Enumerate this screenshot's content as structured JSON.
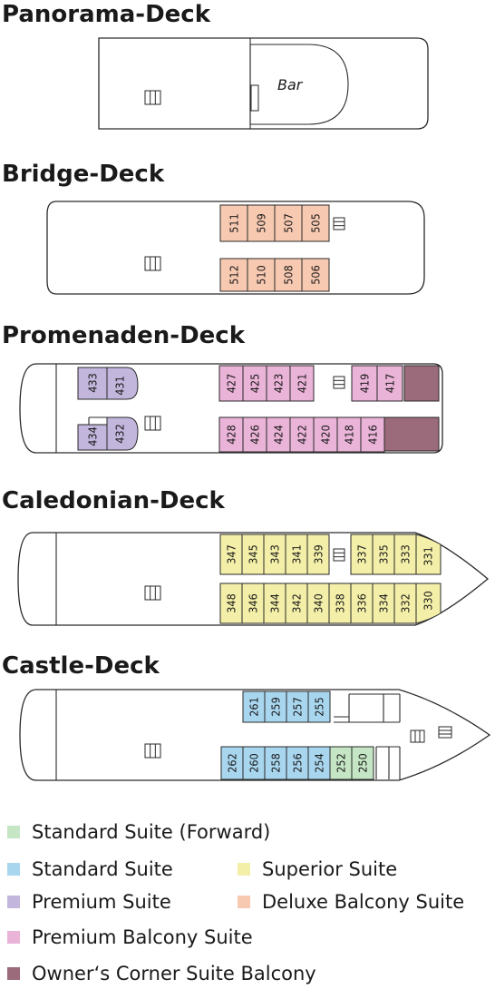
{
  "colors": {
    "standard_forward": "#c5e6c5",
    "standard": "#a9d6ef",
    "superior": "#f4efa8",
    "premium": "#c2b6dc",
    "deluxe_balcony": "#f8c9b1",
    "premium_balcony": "#eab3d8",
    "owners_corner": "#9b6b7b"
  },
  "decks": [
    {
      "id": "panorama",
      "title": "Panorama-Deck",
      "label": "Bar",
      "cabins": []
    },
    {
      "id": "bridge",
      "title": "Bridge-Deck",
      "cabins": [
        {
          "num": "511",
          "type": "deluxe_balcony"
        },
        {
          "num": "509",
          "type": "deluxe_balcony"
        },
        {
          "num": "507",
          "type": "deluxe_balcony"
        },
        {
          "num": "505",
          "type": "deluxe_balcony"
        },
        {
          "num": "512",
          "type": "deluxe_balcony"
        },
        {
          "num": "510",
          "type": "deluxe_balcony"
        },
        {
          "num": "508",
          "type": "deluxe_balcony"
        },
        {
          "num": "506",
          "type": "deluxe_balcony"
        }
      ]
    },
    {
      "id": "promenaden",
      "title": "Promenaden-Deck",
      "cabins": [
        {
          "num": "433",
          "type": "premium"
        },
        {
          "num": "431",
          "type": "premium"
        },
        {
          "num": "434",
          "type": "premium"
        },
        {
          "num": "432",
          "type": "premium"
        },
        {
          "num": "427",
          "type": "premium_balcony"
        },
        {
          "num": "425",
          "type": "premium_balcony"
        },
        {
          "num": "423",
          "type": "premium_balcony"
        },
        {
          "num": "421",
          "type": "premium_balcony"
        },
        {
          "num": "419",
          "type": "premium_balcony"
        },
        {
          "num": "417",
          "type": "premium_balcony"
        },
        {
          "num": "428",
          "type": "premium_balcony"
        },
        {
          "num": "426",
          "type": "premium_balcony"
        },
        {
          "num": "424",
          "type": "premium_balcony"
        },
        {
          "num": "422",
          "type": "premium_balcony"
        },
        {
          "num": "420",
          "type": "premium_balcony"
        },
        {
          "num": "418",
          "type": "premium_balcony"
        },
        {
          "num": "416",
          "type": "premium_balcony"
        }
      ]
    },
    {
      "id": "caledonian",
      "title": "Caledonian-Deck",
      "cabins": [
        {
          "num": "347",
          "type": "superior"
        },
        {
          "num": "345",
          "type": "superior"
        },
        {
          "num": "343",
          "type": "superior"
        },
        {
          "num": "341",
          "type": "superior"
        },
        {
          "num": "339",
          "type": "superior"
        },
        {
          "num": "337",
          "type": "superior"
        },
        {
          "num": "335",
          "type": "superior"
        },
        {
          "num": "333",
          "type": "superior"
        },
        {
          "num": "331",
          "type": "superior"
        },
        {
          "num": "348",
          "type": "superior"
        },
        {
          "num": "346",
          "type": "superior"
        },
        {
          "num": "344",
          "type": "superior"
        },
        {
          "num": "342",
          "type": "superior"
        },
        {
          "num": "340",
          "type": "superior"
        },
        {
          "num": "338",
          "type": "superior"
        },
        {
          "num": "336",
          "type": "superior"
        },
        {
          "num": "334",
          "type": "superior"
        },
        {
          "num": "332",
          "type": "superior"
        },
        {
          "num": "330",
          "type": "superior"
        }
      ]
    },
    {
      "id": "castle",
      "title": "Castle-Deck",
      "cabins": [
        {
          "num": "261",
          "type": "standard"
        },
        {
          "num": "259",
          "type": "standard"
        },
        {
          "num": "257",
          "type": "standard"
        },
        {
          "num": "255",
          "type": "standard"
        },
        {
          "num": "262",
          "type": "standard"
        },
        {
          "num": "260",
          "type": "standard"
        },
        {
          "num": "258",
          "type": "standard"
        },
        {
          "num": "256",
          "type": "standard"
        },
        {
          "num": "254",
          "type": "standard"
        },
        {
          "num": "252",
          "type": "standard_forward"
        },
        {
          "num": "250",
          "type": "standard_forward"
        }
      ]
    }
  ],
  "legend": [
    {
      "label": "Standard Suite (Forward)",
      "type": "standard_forward"
    },
    {
      "label": "Standard Suite",
      "type": "standard"
    },
    {
      "label": "Superior Suite",
      "type": "superior"
    },
    {
      "label": "Premium Suite",
      "type": "premium"
    },
    {
      "label": "Deluxe Balcony Suite",
      "type": "deluxe_balcony"
    },
    {
      "label": "Premium Balcony Suite",
      "type": "premium_balcony"
    },
    {
      "label": "Owner‘s Corner Suite Balcony",
      "type": "owners_corner"
    }
  ]
}
